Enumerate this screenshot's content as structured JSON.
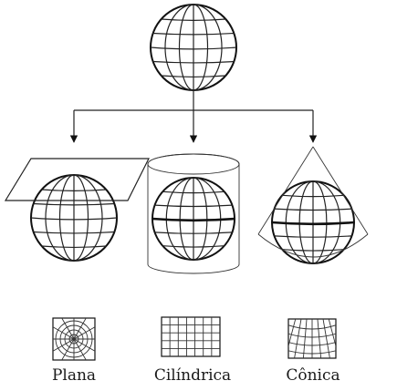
{
  "labels": {
    "plane": "Plana",
    "cylinder": "Cilíndrica",
    "cone": "Cônica"
  }
}
